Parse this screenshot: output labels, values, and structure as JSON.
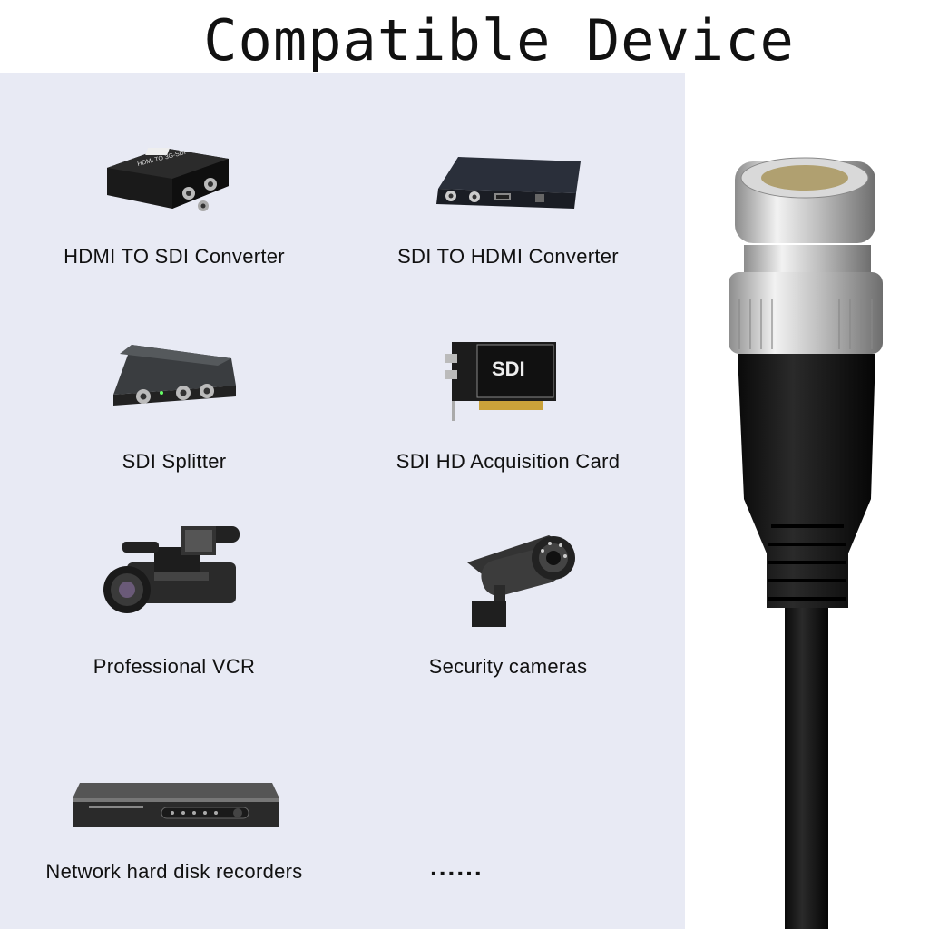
{
  "title": "Compatible Device",
  "devices": [
    {
      "label": "HDMI TO SDI Converter",
      "icon": "hdmi-to-sdi-converter-icon",
      "screen_text": "HDMI TO 3G-SDI"
    },
    {
      "label": "SDI TO HDMI Converter",
      "icon": "sdi-to-hdmi-converter-icon"
    },
    {
      "label": "SDI Splitter",
      "icon": "sdi-splitter-icon"
    },
    {
      "label": "SDI HD Acquisition Card",
      "icon": "sdi-capture-card-icon",
      "card_text": "SDI"
    },
    {
      "label": "Professional VCR",
      "icon": "camcorder-icon"
    },
    {
      "label": "Security cameras",
      "icon": "security-camera-icon"
    },
    {
      "label": "Network hard disk recorders",
      "icon": "nvr-icon"
    }
  ],
  "more": "......",
  "colors": {
    "panel": "#e8eaf4",
    "text": "#111111",
    "connector": "#c9c9c9",
    "cable": "#111111"
  }
}
